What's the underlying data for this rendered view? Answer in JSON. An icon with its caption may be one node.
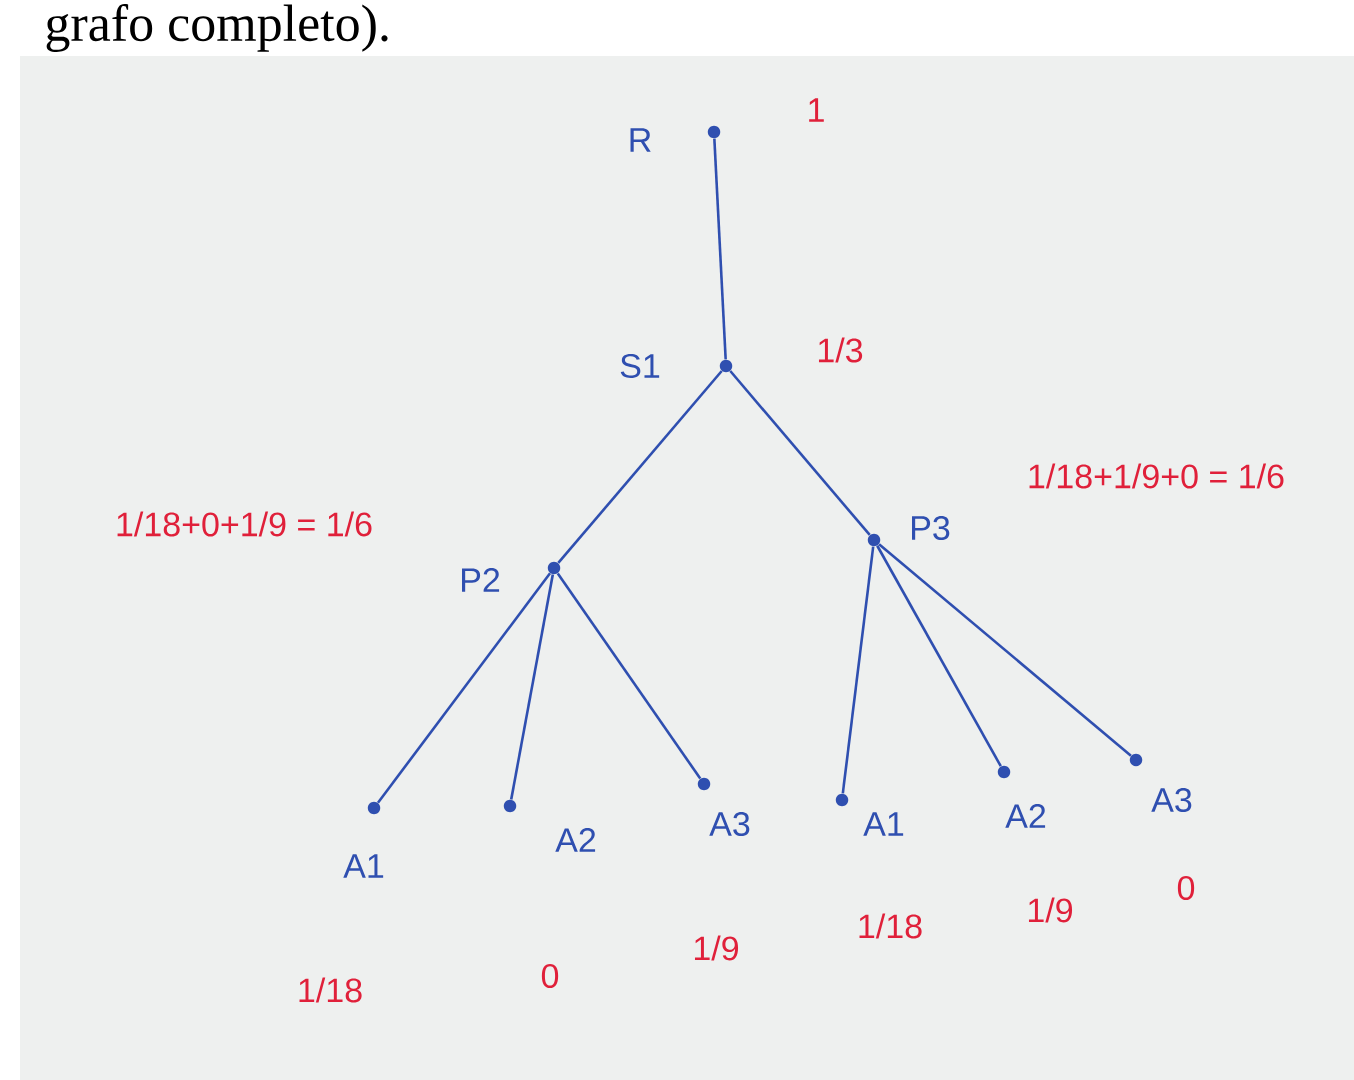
{
  "diagram": {
    "nodes": [
      {
        "text": [
          "R"
        ],
        "beside": [
          "1"
        ]
      },
      {
        "text": [
          "S1"
        ],
        "beside": [
          "1/3"
        ]
      },
      {
        "text": [
          "P2"
        ]
      },
      {
        "text": [
          "P3"
        ]
      },
      {
        "text": [
          "A1"
        ]
      },
      {
        "text": [
          "A2"
        ]
      },
      {
        "text": [
          "A3"
        ]
      },
      {
        "text": [
          "A1"
        ]
      },
      {
        "text": [
          "A2"
        ]
      },
      {
        "text": [
          "A3"
        ]
      }
    ],
    "edges": [
      {
        "from": 0,
        "to": 1,
        "arrow": "none"
      },
      {
        "from": 1,
        "to": 2,
        "arrow": "none"
      },
      {
        "from": 1,
        "to": 3,
        "arrow": "none"
      },
      {
        "from": 2,
        "to": 4,
        "arrow": "none"
      },
      {
        "from": 2,
        "to": 5,
        "arrow": "none"
      },
      {
        "from": 2,
        "to": 6,
        "arrow": "none"
      },
      {
        "from": 3,
        "to": 7,
        "arrow": "none"
      },
      {
        "from": 3,
        "to": 8,
        "arrow": "none"
      },
      {
        "from": 3,
        "to": 9,
        "arrow": "none"
      }
    ],
    "labels": [
      "grafo completo).",
      "1/18+0+1/9 = 1/6",
      "1/18+1/9+0 = 1/6",
      "1/18",
      "0",
      "1/9",
      "1/18",
      "1/9",
      "0"
    ]
  }
}
